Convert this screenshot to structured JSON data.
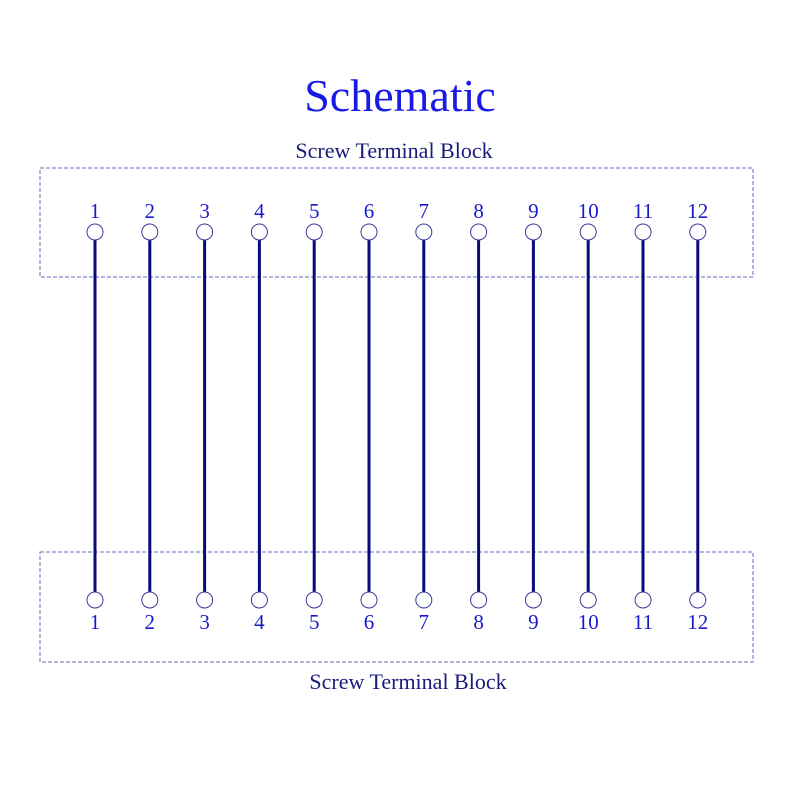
{
  "title": "Schematic",
  "top_block": {
    "label": "Screw Terminal  Block",
    "pins": [
      "1",
      "2",
      "3",
      "4",
      "5",
      "6",
      "7",
      "8",
      "9",
      "10",
      "11",
      "12"
    ]
  },
  "bottom_block": {
    "label": "Screw Terminal  Block",
    "pins": [
      "1",
      "2",
      "3",
      "4",
      "5",
      "6",
      "7",
      "8",
      "9",
      "10",
      "11",
      "12"
    ]
  },
  "connections": "1:1 straight-through, 12 conductors",
  "colors": {
    "title": "#1a1ae6",
    "wire": "#0a0a7a",
    "box_border": "#6a6ab8",
    "label": "#1a1a7a"
  }
}
